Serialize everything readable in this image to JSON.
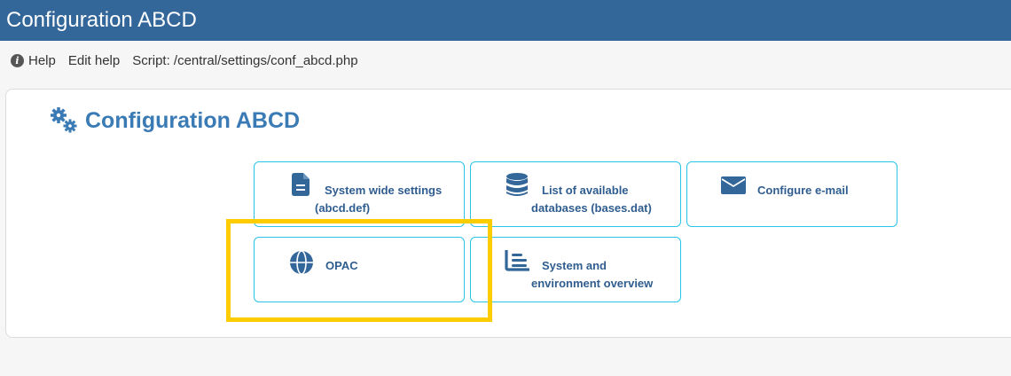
{
  "window": {
    "title": "Configuration ABCD"
  },
  "helpbar": {
    "help_label": "Help",
    "edit_help_label": "Edit help",
    "script_label": "Script: /central/settings/conf_abcd.php"
  },
  "page": {
    "title": "Configuration ABCD",
    "title_icon": "cogs-icon"
  },
  "cards": [
    {
      "icon": "file-icon",
      "line1": "System wide settings",
      "line2": "(abcd.def)"
    },
    {
      "icon": "database-icon",
      "line1": "List of available",
      "line2": "databases (bases.dat)"
    },
    {
      "icon": "envelope-icon",
      "line1": "Configure e-mail",
      "line2": ""
    },
    {
      "icon": "globe-icon",
      "line1": "OPAC",
      "line2": ""
    },
    {
      "icon": "chart-list-icon",
      "line1": "System and",
      "line2": "environment overview"
    }
  ],
  "colors": {
    "topbar": "#336699",
    "title": "#3b7bb5",
    "card_border": "#29c4e8",
    "card_text": "#2f5d8f",
    "highlight": "#ffcc00"
  }
}
